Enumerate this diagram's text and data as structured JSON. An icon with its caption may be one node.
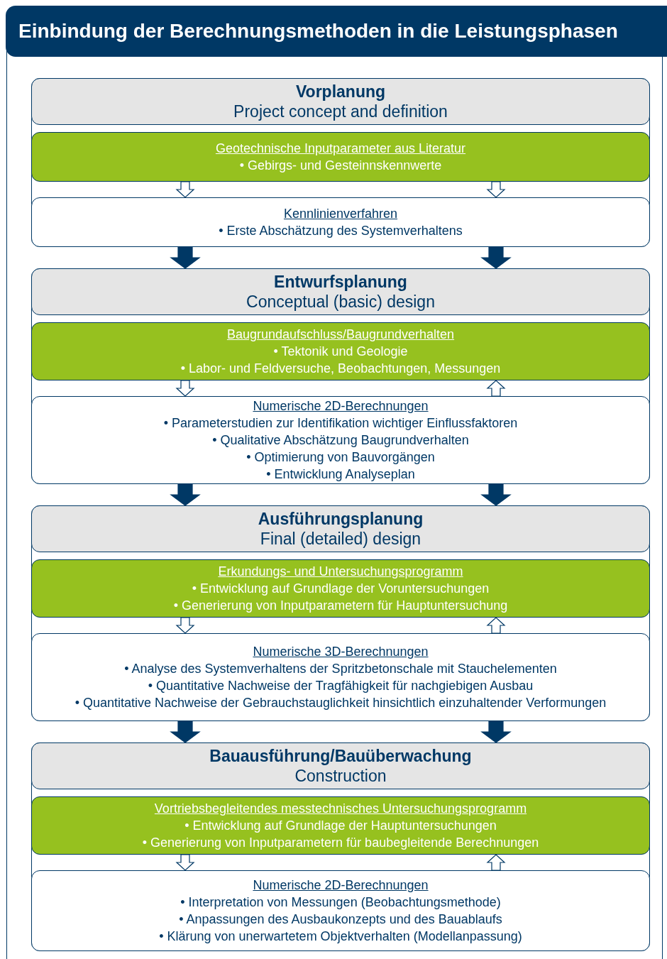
{
  "diagram": {
    "title": "Einbindung der Berechnungsmethoden in die Leistungsphasen",
    "nodes": [
      {
        "text": [
          "Vorplanung",
          "Project concept and definition"
        ]
      },
      {
        "text": [
          "Geotechnische Inputparameter aus Literatur",
          "• Gebirgs- und Gesteinnskennwerte"
        ]
      },
      {
        "text": [
          "Kennlinienverfahren",
          "• Erste Abschätzung des Systemverhaltens"
        ]
      },
      {
        "text": [
          "Entwurfsplanung",
          "Conceptual (basic) design"
        ]
      },
      {
        "text": [
          "Baugrundaufschluss/Baugrundverhalten",
          "• Tektonik und Geologie",
          "• Labor- und Feldversuche, Beobachtungen, Messungen"
        ]
      },
      {
        "text": [
          "Numerische 2D-Berechnungen",
          "• Parameterstudien zur Identifikation wichtiger Einflussfaktoren",
          "• Qualitative Abschätzung Baugrundverhalten",
          "• Optimierung von Bauvorgängen",
          "• Entwicklung Analyseplan"
        ]
      },
      {
        "text": [
          "Ausführungsplanung",
          "Final (detailed) design"
        ]
      },
      {
        "text": [
          "Erkundungs- und Untersuchungsprogramm",
          "• Entwicklung auf Grundlage der Voruntersuchungen",
          "• Generierung von Inputparametern für Hauptuntersuchung"
        ]
      },
      {
        "text": [
          "Numerische 3D-Berechnungen",
          "• Analyse des Systemverhaltens der Spritzbetonschale mit Stauchelementen",
          "• Quantitative Nachweise der Tragfähigkeit für nachgiebigen Ausbau",
          "• Quantitative Nachweise der Gebrauchstauglichkeit hinsichtlich einzuhaltender Verformungen"
        ]
      },
      {
        "text": [
          "Bauausführung/Bauüberwachung",
          "Construction"
        ]
      },
      {
        "text": [
          "Vortriebsbegleitendes messtechnisches Untersuchungsprogramm",
          "• Entwicklung auf Grundlage der Hauptuntersuchungen",
          "• Generierung von Inputparametern für baubegleitende Berechnungen"
        ]
      },
      {
        "text": [
          "Numerische 2D-Berechnungen",
          "• Interpretation von Messungen (Beobachtungsmethode)",
          "• Anpassungen des Ausbaukonzepts und des Bauablaufs",
          "• Klärung von unerwartetem Objektverhalten (Modellanpassung)"
        ]
      }
    ],
    "edges": [
      {
        "from": 1,
        "to": 2,
        "arrow": "to"
      },
      {
        "from": 1,
        "to": 2,
        "arrow": "to"
      },
      {
        "from": 2,
        "to": 3,
        "arrow": "to",
        "style": "thick"
      },
      {
        "from": 2,
        "to": 3,
        "arrow": "to",
        "style": "thick"
      },
      {
        "from": 4,
        "to": 5,
        "arrow": "to"
      },
      {
        "from": 5,
        "to": 4,
        "arrow": "to"
      },
      {
        "from": 5,
        "to": 6,
        "arrow": "to",
        "style": "thick"
      },
      {
        "from": 5,
        "to": 6,
        "arrow": "to",
        "style": "thick"
      },
      {
        "from": 7,
        "to": 8,
        "arrow": "to"
      },
      {
        "from": 8,
        "to": 7,
        "arrow": "to"
      },
      {
        "from": 8,
        "to": 9,
        "arrow": "to",
        "style": "thick"
      },
      {
        "from": 8,
        "to": 9,
        "arrow": "to",
        "style": "thick"
      },
      {
        "from": 10,
        "to": 11,
        "arrow": "to"
      },
      {
        "from": 11,
        "to": 10,
        "arrow": "to"
      }
    ]
  }
}
